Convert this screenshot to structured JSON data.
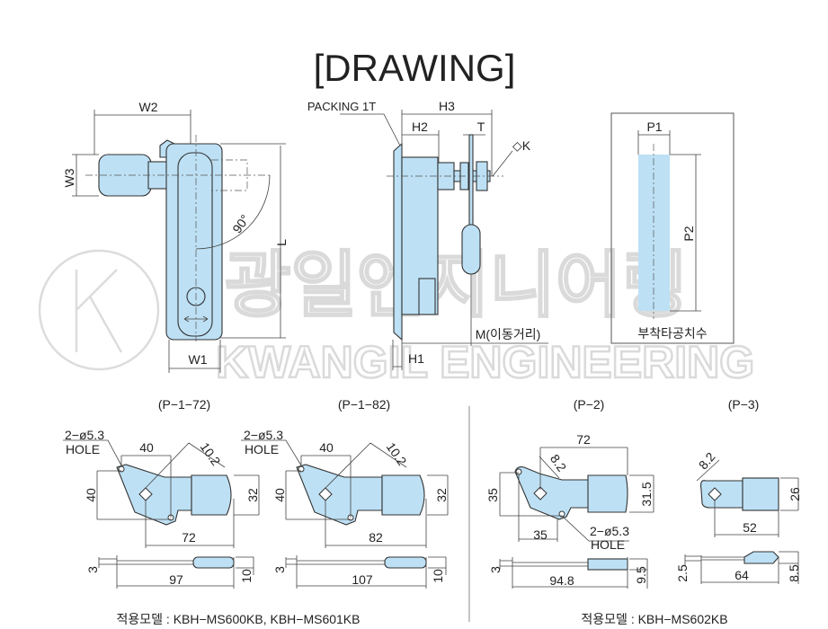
{
  "title": "[DRAWING]",
  "watermark": {
    "korean": "광일엔지니어링",
    "english": "KWANGIL ENGINEERING",
    "logo_letter": "K"
  },
  "front_view": {
    "w1": "W1",
    "w2": "W2",
    "w3": "W3",
    "l": "L",
    "angle": "90°"
  },
  "side_view": {
    "packing": "PACKING 1T",
    "h1": "H1",
    "h2": "H2",
    "h3": "H3",
    "t": "T",
    "k": "◇K",
    "m": "M(이동거리)"
  },
  "cutout": {
    "p1": "P1",
    "p2": "P2",
    "caption": "부착타공치수"
  },
  "parts": {
    "p172": {
      "label": "(P−1−72)",
      "hole1": "2−ø5.3",
      "hole2": "HOLE",
      "d40a": "40",
      "d102": "10.2",
      "d40b": "40",
      "d32": "32",
      "d72": "72",
      "d3": "3",
      "d97": "97",
      "d10": "10"
    },
    "p182": {
      "label": "(P−1−82)",
      "hole1": "2−ø5.3",
      "hole2": "HOLE",
      "d40a": "40",
      "d102": "10.2",
      "d40b": "40",
      "d32": "32",
      "d82": "82",
      "d3": "3",
      "d107": "107",
      "d10": "10"
    },
    "p2": {
      "label": "(P−2)",
      "d72": "72",
      "d82": "8.2",
      "d35a": "35",
      "d315": "31.5",
      "d35b": "35",
      "hole1": "2−ø5.3",
      "hole2": "HOLE",
      "d3": "3",
      "d948": "94.8",
      "d95": "9.5"
    },
    "p3": {
      "label": "(P−3)",
      "d82": "8.2",
      "d26": "26",
      "d52": "52",
      "d25": "2.5",
      "d64": "64",
      "d85": "8.5"
    }
  },
  "models": {
    "left": "적용모델 : KBH−MS600KB, KBH−MS601KB",
    "right": "적용모델 : KBH−MS602KB"
  },
  "colors": {
    "part_fill": "#bde0f4",
    "outline": "#333333",
    "watermark": "#dcdcdc"
  }
}
